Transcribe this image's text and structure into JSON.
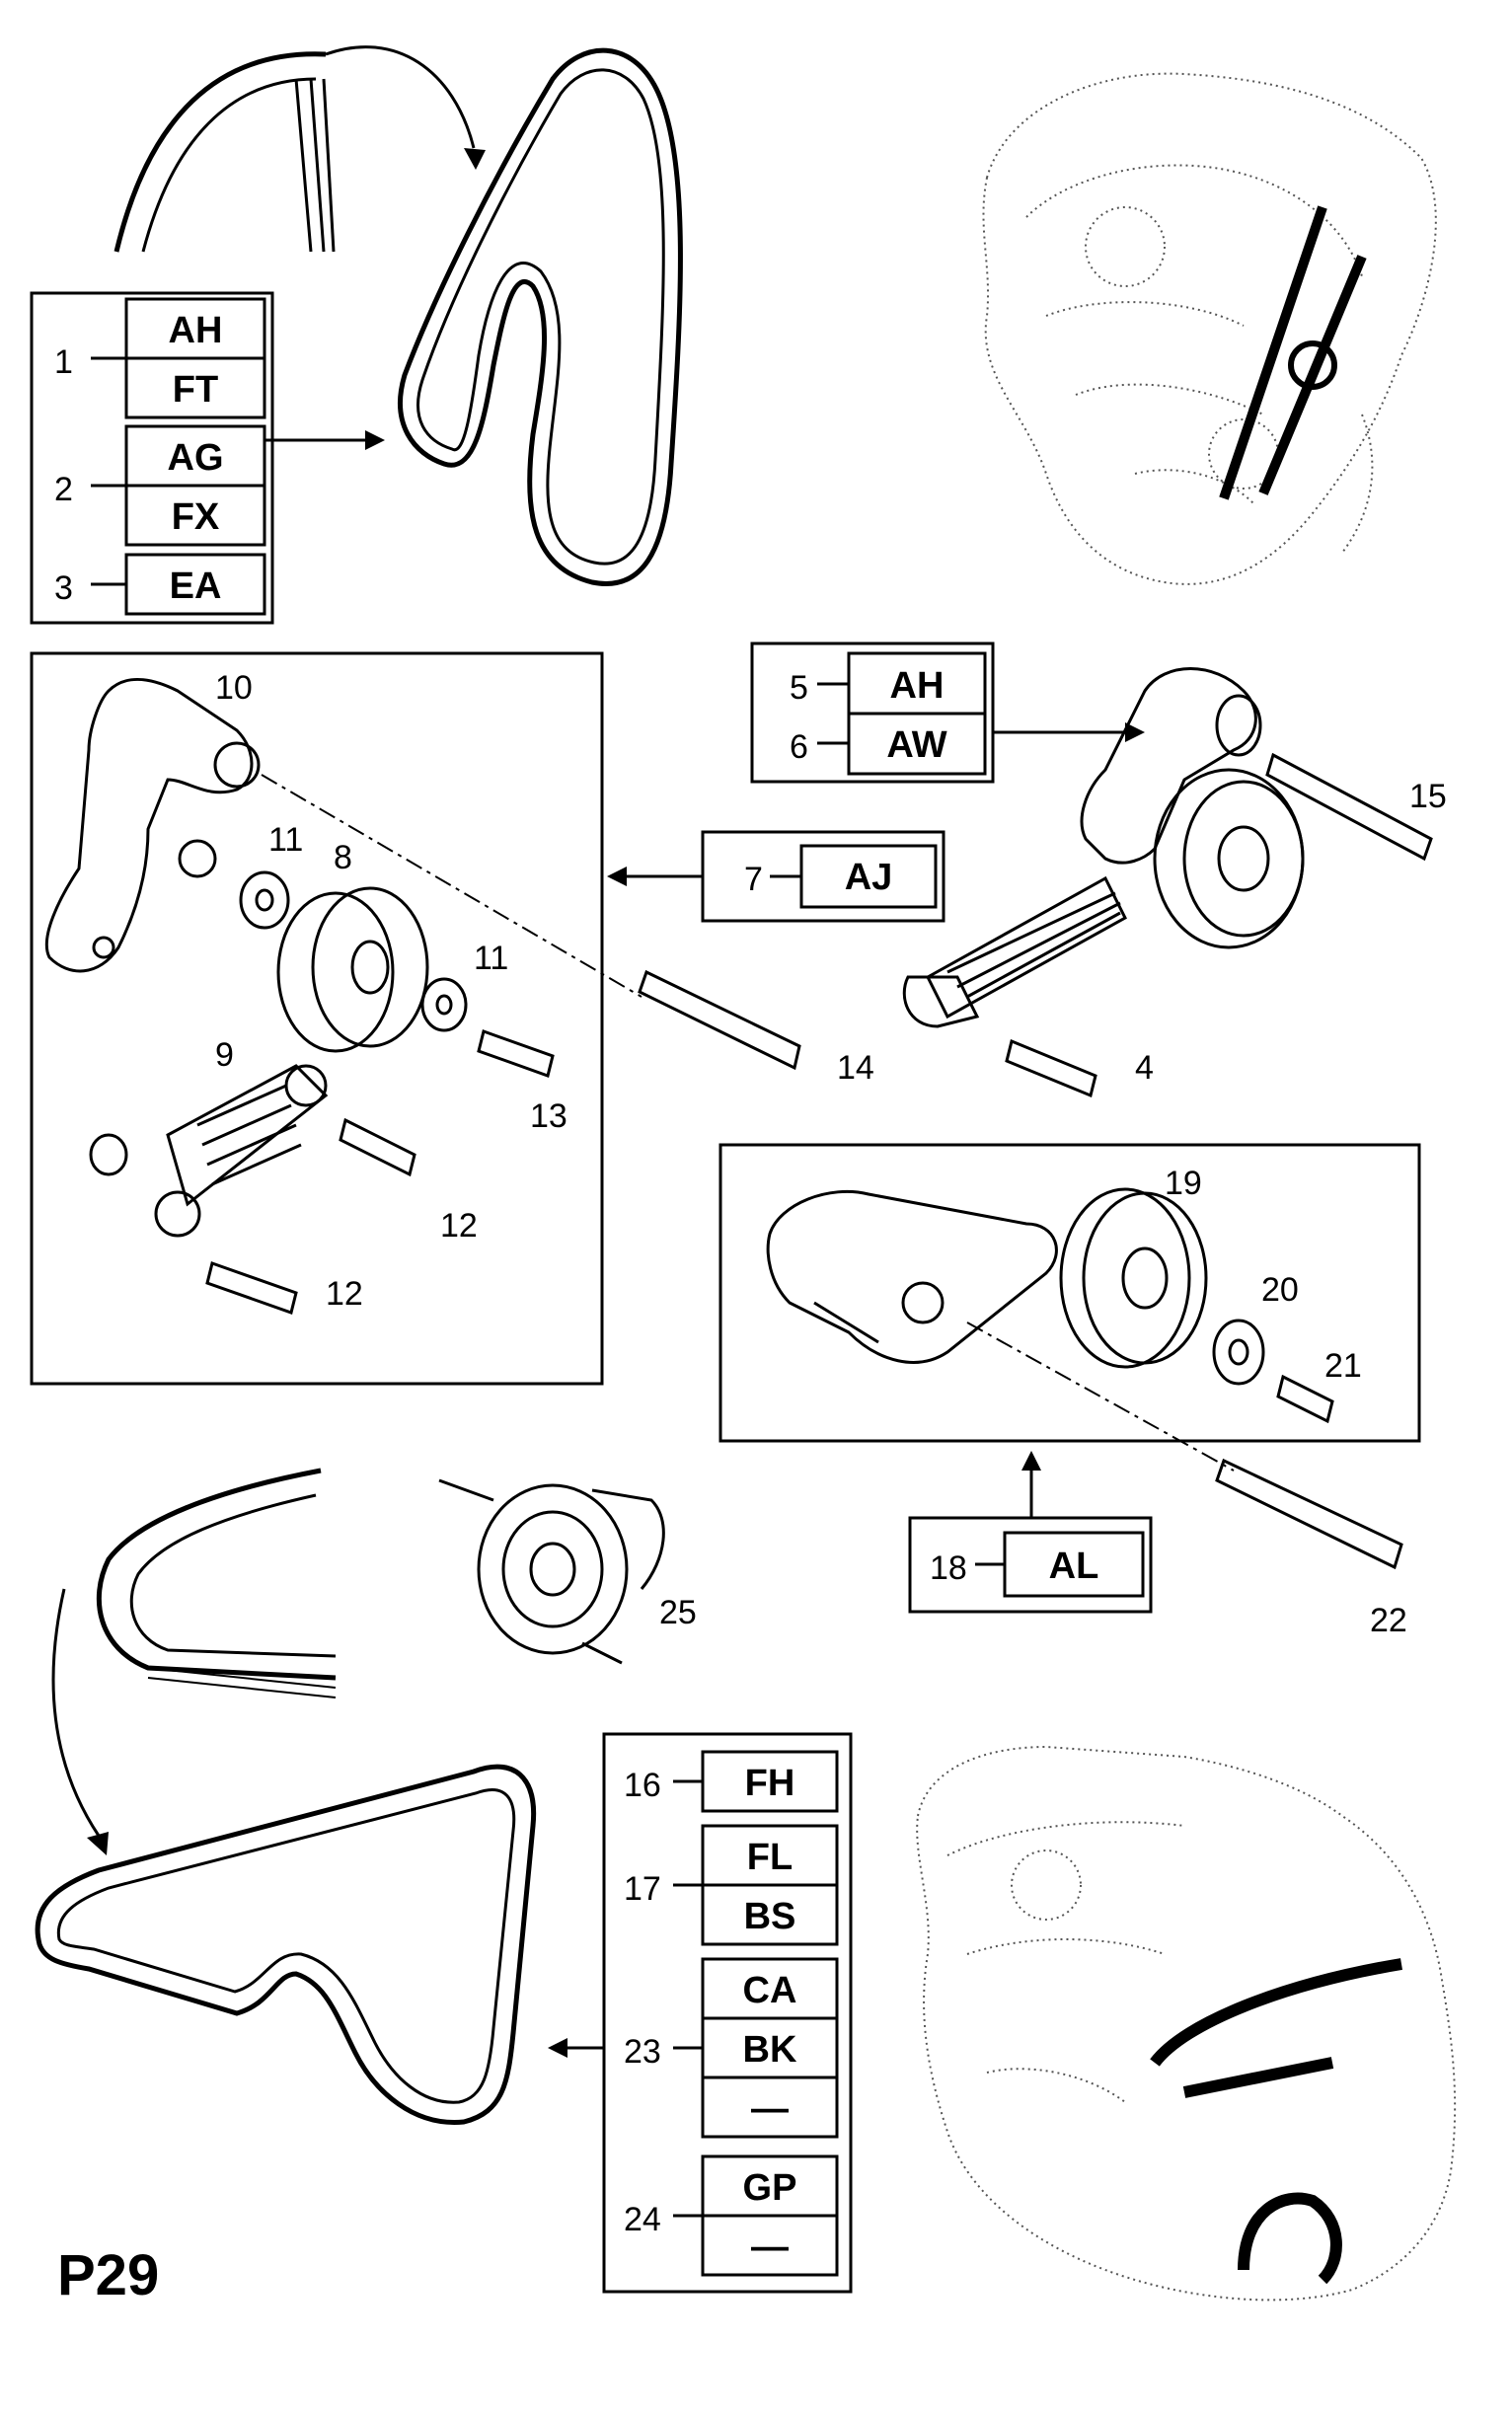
{
  "page_code": "P29",
  "groups": [
    {
      "id": "belt-top",
      "rows": [
        {
          "num": "1",
          "codes": [
            "AH",
            "FT"
          ]
        },
        {
          "num": "2",
          "codes": [
            "AG",
            "FX"
          ]
        },
        {
          "num": "3",
          "codes": [
            "EA"
          ]
        }
      ]
    },
    {
      "id": "tensioner-top",
      "rows": [
        {
          "num": "5",
          "codes": [
            "AH"
          ]
        },
        {
          "num": "6",
          "codes": [
            "AW"
          ]
        }
      ]
    },
    {
      "id": "tensioner-kit",
      "rows": [
        {
          "num": "7",
          "codes": [
            "AJ"
          ]
        }
      ]
    },
    {
      "id": "tensioner-kit-2",
      "rows": [
        {
          "num": "18",
          "codes": [
            "AL"
          ]
        }
      ]
    },
    {
      "id": "belt-bottom",
      "rows": [
        {
          "num": "16",
          "codes": [
            "FH"
          ]
        },
        {
          "num": "17",
          "codes": [
            "FL",
            "BS"
          ]
        },
        {
          "num": "23",
          "codes": [
            "CA",
            "BK",
            "—"
          ]
        },
        {
          "num": "24",
          "codes": [
            "GP",
            "—"
          ]
        }
      ]
    }
  ],
  "part_numbers": [
    "10",
    "11",
    "8",
    "11",
    "9",
    "13",
    "12",
    "12",
    "14",
    "15",
    "4",
    "19",
    "20",
    "21",
    "22",
    "25"
  ]
}
